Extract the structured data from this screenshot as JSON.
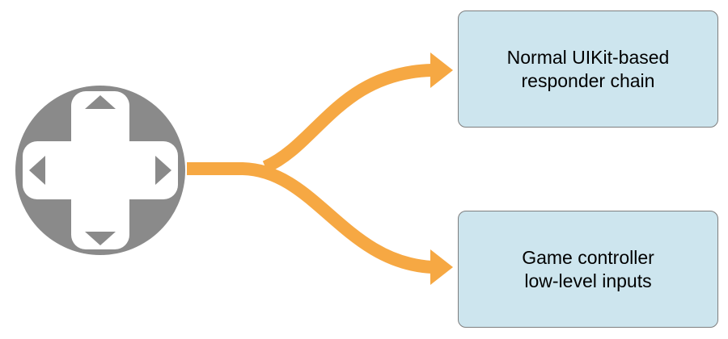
{
  "colors": {
    "background": "#FFFFFF",
    "arrow_orange": "#F6A843",
    "dpad_gray": "#8A8A8A",
    "dpad_cross_white": "#FFFFFF",
    "box_fill": "#CDE5EE",
    "box_border": "#7E7E7E",
    "text": "#000000"
  },
  "icons": {
    "dpad": "game-controller-directional-pad"
  },
  "boxes": [
    {
      "name": "responder-chain",
      "lines": [
        "Normal UIKit-based",
        "responder chain"
      ]
    },
    {
      "name": "low-level-inputs",
      "lines": [
        "Game controller",
        "low-level inputs"
      ]
    }
  ]
}
